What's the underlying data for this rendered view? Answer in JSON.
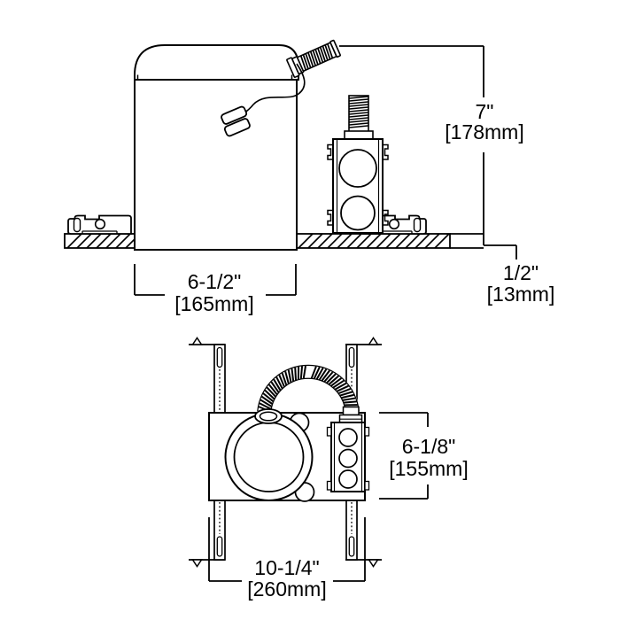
{
  "labels": {
    "overall_height": {
      "imperial": "7\"",
      "metric": "[178mm]"
    },
    "housing_width": {
      "imperial": "6-1/2\"",
      "metric": "[165mm]"
    },
    "ceiling_thickness": {
      "imperial": "1/2\"",
      "metric": "[13mm]"
    },
    "plate_depth": {
      "imperial": "6-1/8\"",
      "metric": "[155mm]"
    },
    "overall_width": {
      "imperial": "10-1/4\"",
      "metric": "[260mm]"
    }
  },
  "colors": {
    "line": "#000000",
    "background": "#ffffff"
  }
}
